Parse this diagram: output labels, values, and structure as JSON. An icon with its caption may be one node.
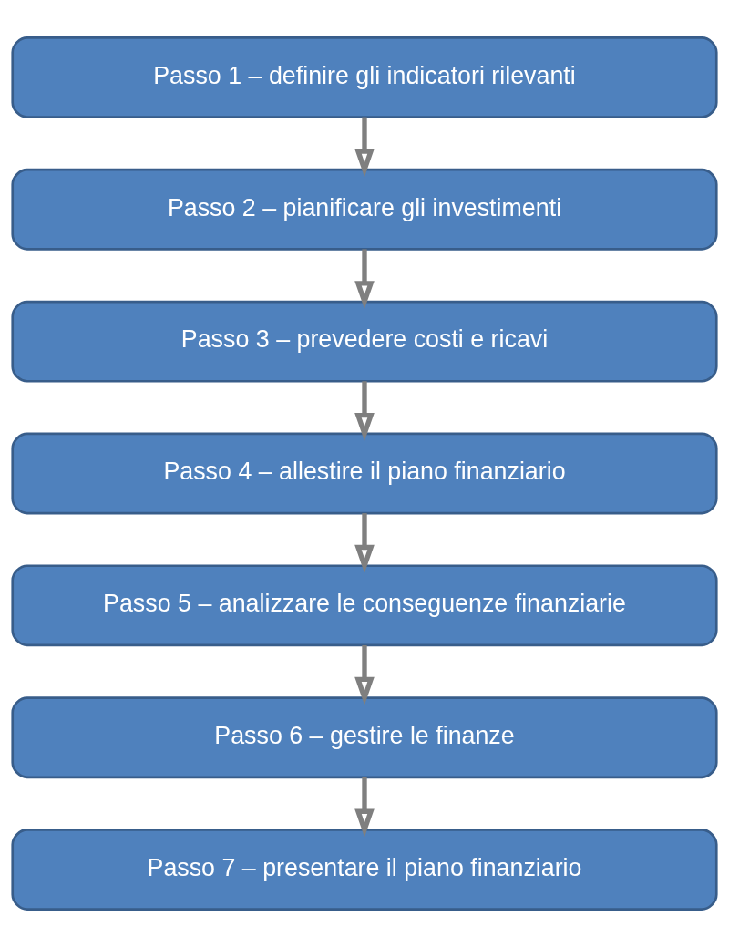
{
  "diagram": {
    "nodes": [
      {
        "text": [
          "Passo 1 – definire gli indicatori rilevanti"
        ]
      },
      {
        "text": [
          "Passo 2 – pianificare gli investimenti"
        ]
      },
      {
        "text": [
          "Passo 3 – prevedere costi e ricavi"
        ]
      },
      {
        "text": [
          "Passo 4 – allestire il piano finanziario"
        ]
      },
      {
        "text": [
          "Passo 5 – analizzare le conseguenze finanziarie"
        ]
      },
      {
        "text": [
          "Passo 6 – gestire le finanze"
        ]
      },
      {
        "text": [
          "Passo 7 – presentare il piano finanziario"
        ]
      }
    ],
    "edges": [
      {
        "from": 0,
        "to": 1,
        "arrow": "to"
      },
      {
        "from": 1,
        "to": 2,
        "arrow": "to"
      },
      {
        "from": 2,
        "to": 3,
        "arrow": "to"
      },
      {
        "from": 3,
        "to": 4,
        "arrow": "to"
      },
      {
        "from": 4,
        "to": 5,
        "arrow": "to"
      },
      {
        "from": 5,
        "to": 6,
        "arrow": "to"
      }
    ]
  }
}
